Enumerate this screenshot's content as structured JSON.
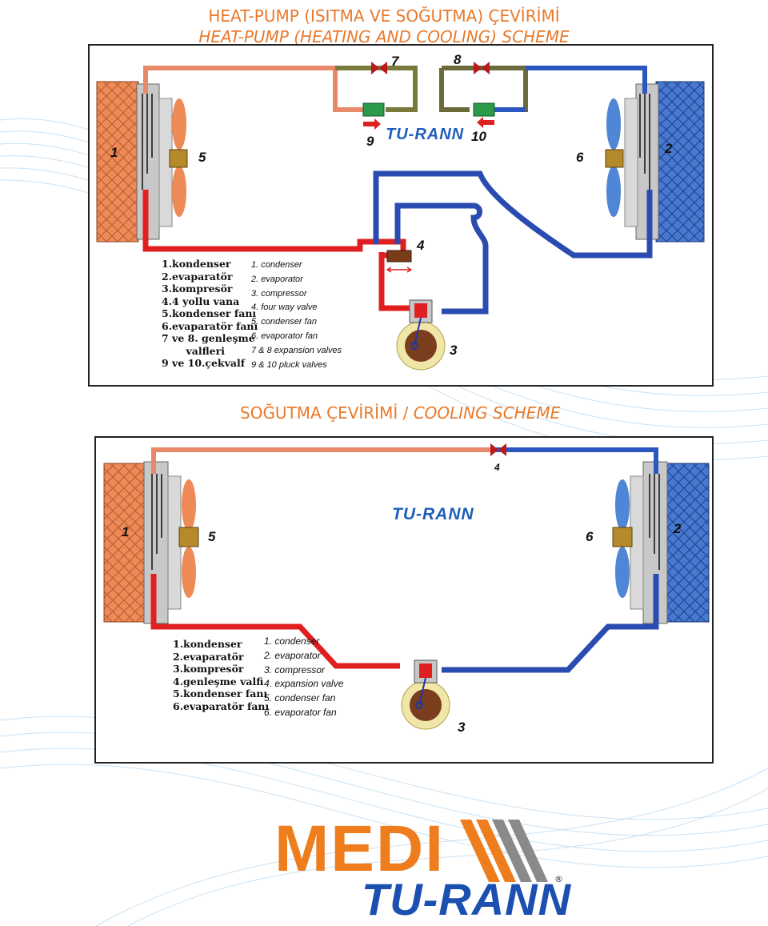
{
  "header": {
    "title_tr": "HEAT-PUMP (ISITMA VE SOĞUTMA) ÇEVİRİMİ",
    "title_en": "HEAT-PUMP (HEATING AND COOLING) SCHEME"
  },
  "heat_pump": {
    "labels": [
      "1",
      "2",
      "3",
      "4",
      "5",
      "6",
      "7",
      "8",
      "9",
      "10"
    ],
    "brand": "TU-RANN",
    "legend_tr": [
      "1.kondenser",
      "2.evaparatör",
      "3.kompresör",
      "4.4 yollu vana",
      "5.kondenser fanı",
      "6.evaparatör fanı",
      "7 ve 8. genleşme",
      "       valfleri",
      "9 ve 10.çekvalf"
    ],
    "legend_en": [
      "1. condenser",
      "2. evaporator",
      "3. compressor",
      "4. four way valve",
      "5. condenser fan",
      "6. evaporator fan",
      "7 & 8 expansion valves",
      "9 & 10 pluck valves"
    ]
  },
  "cooling": {
    "title_tr": "SOĞUTMA ÇEVİRİMİ",
    "separator": "/",
    "title_en": "COOLING SCHEME",
    "labels": [
      "1",
      "2",
      "3",
      "4",
      "5",
      "6"
    ],
    "brand": "TU-RANN",
    "legend_tr": [
      "1.kondenser",
      "2.evaparatör",
      "3.kompresör",
      "4.genleşme valfi",
      "5.kondenser fanı",
      "6.evaparatör fanı"
    ],
    "legend_en": [
      "1. condenser",
      "2. evaporator",
      "3. compressor",
      "4. expansion valve",
      "5. condenser fan",
      "6. evaporator fan"
    ]
  },
  "logo": {
    "word1": "MEDI",
    "word2": "TU-RANN",
    "registered": "®"
  },
  "colors": {
    "accent_orange": "#e8792b",
    "hot_red": "#e02020",
    "cold_blue": "#2748b8",
    "brand_blue": "#1f5fb8"
  }
}
